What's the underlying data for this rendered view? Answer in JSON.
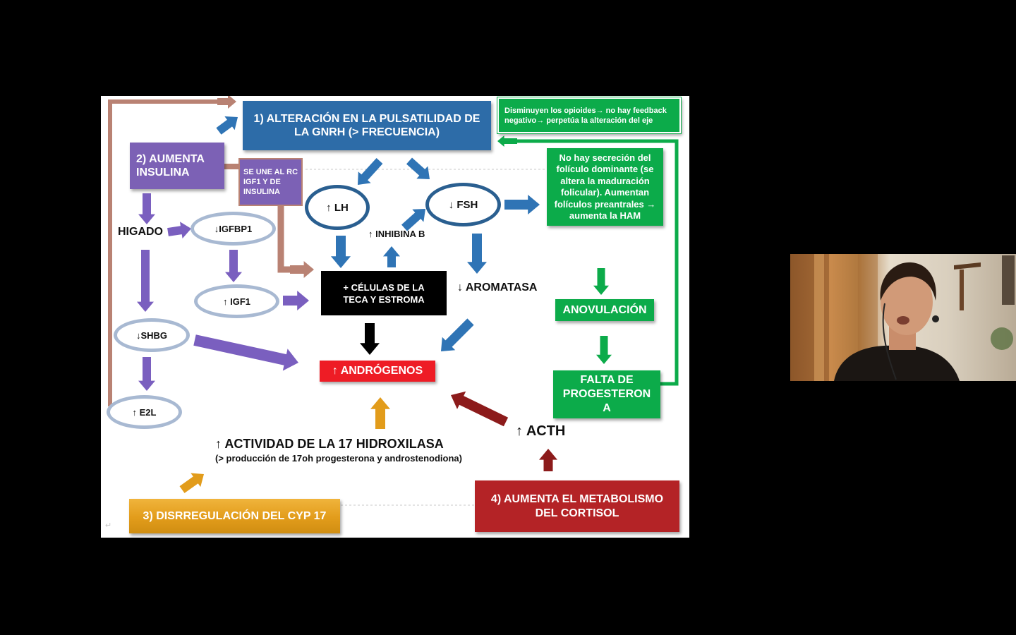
{
  "slide": {
    "box1_title": "1) ALTERACIÓN EN LA PULSATILIDAD DE LA GNRH (> FRECUENCIA)",
    "note_opioids": "Disminuyen los opioides→   no hay feedback negativo→   perpetúa la alteración del eje",
    "box2_title": "2) AUMENTA INSULINA",
    "note_igf1": "SE UNE AL RC IGF1 Y DE INSULINA",
    "lh": "↑ LH",
    "fsh": "↓ FSH",
    "note_follicle": "No hay secreción del folículo dominante (se altera la maduración folicular). Aumentan folículos preantrales   →  aumenta la HAM",
    "higado": "HIGADO",
    "igfbp1": "↓IGFBP1",
    "inhibina": "↑ INHIBINA B",
    "celulas": "+ CÉLULAS DE LA TECA Y ESTROMA",
    "aromatasa": "↓ AROMATASA",
    "igf1": "↑ IGF1",
    "anovulacion": "ANOVULACIÓN",
    "shbg": "↓SHBG",
    "androgenos": "↑ ANDRÓGENOS",
    "falta_progesterona": "FALTA DE PROGESTERON A",
    "e2l": "↑ E2L",
    "acth": "↑ ACTH",
    "actividad_title": "↑ ACTIVIDAD DE LA 17 HIDROXILASA",
    "actividad_sub": "(> producción  de 17oh progesterona y androstenodiona)",
    "box3_title": "3) DISRREGULACIÓN DEL CYP 17",
    "box4_title": "4) AUMENTA EL METABOLISMO DEL CORTISOL",
    "corner_mark": "↵"
  },
  "colors": {
    "background": "#000000",
    "blue_box": "#2d6ca8",
    "blue_arrow": "#2f74b5",
    "purple_box": "#7c61b5",
    "purple_arrow": "#7a5fbf",
    "tan": "#b98273",
    "green": "#0cab4a",
    "red_box": "#b42326",
    "acth_arrow": "#8c1b1b",
    "orange": "#e29c1b",
    "androgen_box": "#ee1c25"
  },
  "icons": [
    "video-feed",
    "headset-icon"
  ]
}
